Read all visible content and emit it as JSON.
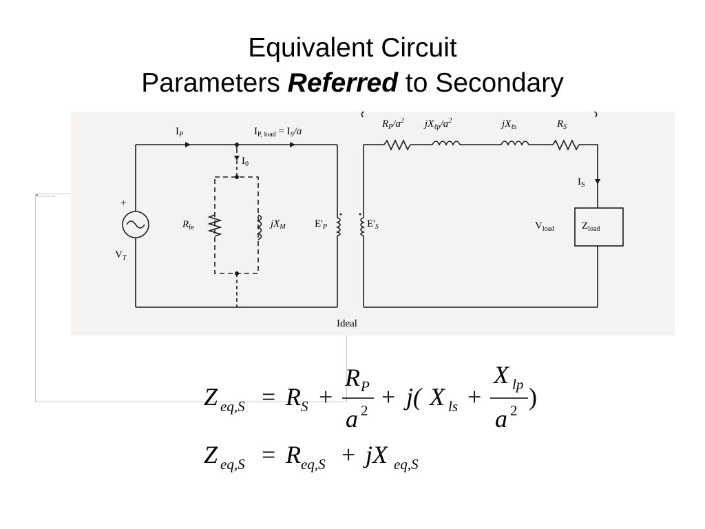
{
  "slide": {
    "title_line1": "Equivalent Circuit",
    "title_line2_before": "Parameters ",
    "title_line2_emphasis": "Referred",
    "title_line2_after": " to Secondary"
  },
  "circuit": {
    "ip": {
      "main": "I",
      "sub": "P"
    },
    "ip_load": {
      "main": "I",
      "sub": "P, load",
      "rest": " = I",
      "sub2": "S",
      "tail": "/a"
    },
    "i0": {
      "main": "I",
      "sub": "0"
    },
    "rfe": {
      "main": "R",
      "sub": "fe"
    },
    "jxm": {
      "main": "jX",
      "sub": "M"
    },
    "ep": {
      "main": "E'",
      "sub": "P"
    },
    "es": {
      "main": "E'",
      "sub": "S"
    },
    "plus": "+",
    "vt": {
      "main": "V",
      "sub": "T"
    },
    "rp_a2": {
      "main": "R",
      "sub": "P",
      "rest": "/a",
      "sup": "2"
    },
    "jxlp_a2": {
      "main": "jX",
      "sub": "ℓp",
      "rest": "/a",
      "sup": "2"
    },
    "jxls": {
      "main": "jX",
      "sub": "ℓs"
    },
    "rs": {
      "main": "R",
      "sub": "S"
    },
    "is": {
      "main": "I",
      "sub": "S"
    },
    "vload": {
      "main": "V",
      "sub": "load"
    },
    "zload": {
      "main": "Z",
      "sub": "load"
    },
    "ideal": "Ideal"
  },
  "equation1": {
    "lhs": "Z",
    "lhs_sub": "eq,S",
    "eq": "=",
    "rs": "R",
    "rs_sub": "S",
    "plus": "+",
    "frac1_num": "R",
    "frac1_num_sub": "P",
    "frac1_den": "a",
    "frac1_den_sup": "2",
    "j_open": "j(",
    "xls": "X",
    "xls_sub": "ls",
    "frac2_num": "X",
    "frac2_num_sub": "lp",
    "frac2_den": "a",
    "frac2_den_sup": "2",
    "close": ")"
  },
  "equation2": {
    "lhs": "Z",
    "lhs_sub": "eq,S",
    "eq": "=",
    "req": "R",
    "req_sub": "eq,S",
    "plus": "+",
    "jx": "jX",
    "jx_sub": "eq,S"
  }
}
